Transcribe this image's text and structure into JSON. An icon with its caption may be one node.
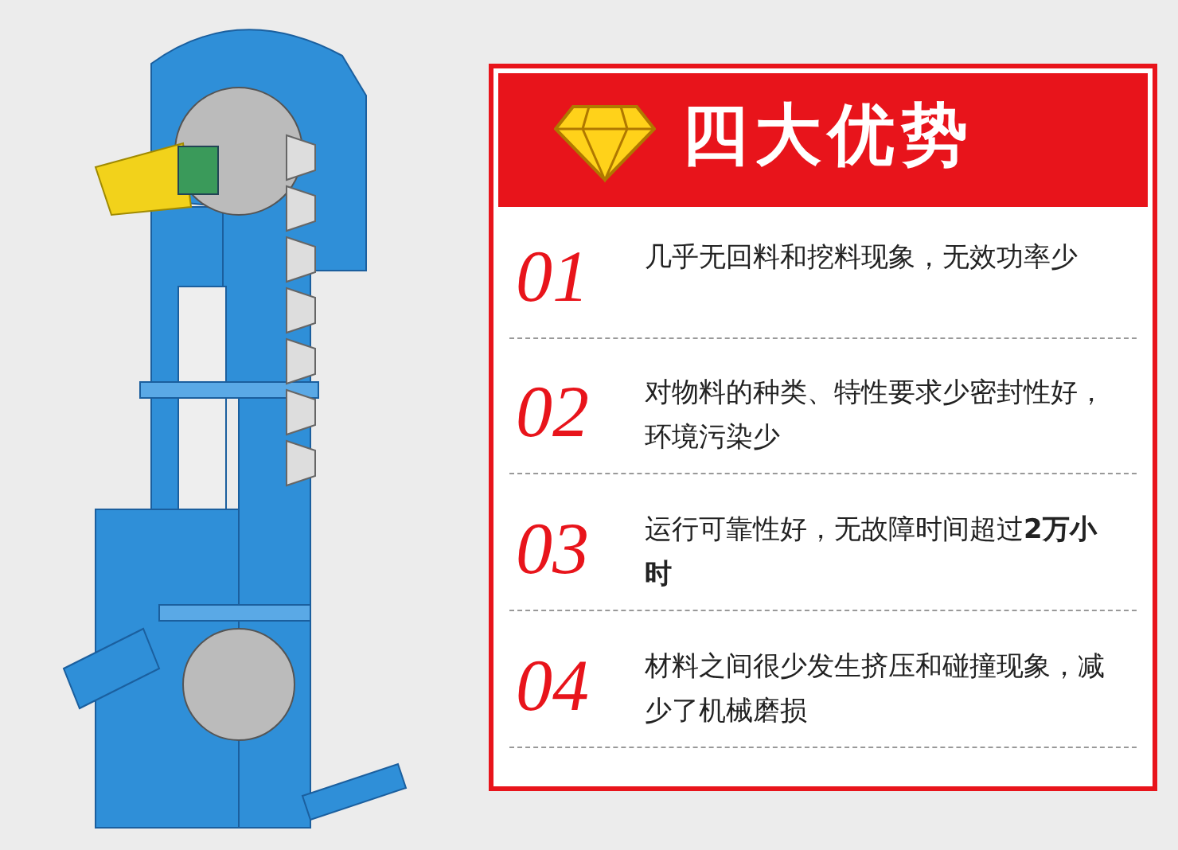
{
  "diagram": {
    "nodes": [
      {
        "text": [
          "四大优势"
        ]
      },
      {
        "text": [
          "01",
          "几乎无回料和挖料现象，无效功率少"
        ],
        "in": 0
      },
      {
        "text": [
          "02",
          "对物料的种类、特性要求少密封性好，环境污染少"
        ],
        "in": 0
      },
      {
        "text": [
          "03",
          "运行可靠性好，无故障时间超过**2万小时**"
        ],
        "in": 0
      },
      {
        "text": [
          "04",
          "材料之间很少发生挤压和碰撞现象，减少了机械磨损"
        ],
        "in": 0
      }
    ]
  }
}
